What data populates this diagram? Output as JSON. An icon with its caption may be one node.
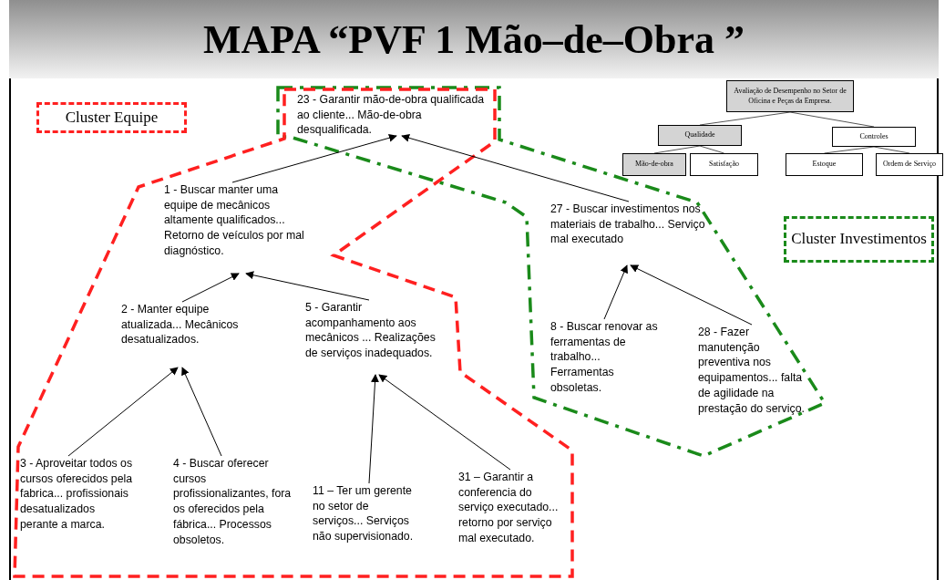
{
  "diagram": {
    "title": "MAPA “PVF 1 Mão–de–Obra ”",
    "nodes": [
      {
        "text": [
          "Cluster Equipe"
        ]
      },
      {
        "text": [
          "23 - Garantir mão-de-obra qualificada ao cliente... Mão-de-obra desqualificada."
        ]
      },
      {
        "text": [
          "1 - Buscar manter uma equipe de mecânicos altamente qualificados... Retorno de veículos por mal diagnóstico."
        ]
      },
      {
        "text": [
          "27 - Buscar investimentos nos materiais de trabalho... Serviço mal executado"
        ]
      },
      {
        "text": [
          "Cluster Investimentos"
        ]
      },
      {
        "text": [
          "2 - Manter equipe atualizada... Mecânicos desatualizados."
        ]
      },
      {
        "text": [
          "5 -  Garantir acompanhamento aos mecânicos ... Realizações de serviços inadequados."
        ]
      },
      {
        "text": [
          "8 - Buscar renovar as ferramentas de trabalho... Ferramentas obsoletas."
        ]
      },
      {
        "text": [
          "28 - Fazer manutenção preventiva nos equipamentos... falta de agilidade na prestação do serviço."
        ]
      },
      {
        "text": [
          "3 - Aproveitar todos os cursos oferecidos pela fabrica... profissionais desatualizados perante a marca."
        ]
      },
      {
        "text": [
          "4 - Buscar oferecer cursos profissionalizantes, fora os oferecidos pela fábrica... Processos obsoletos."
        ]
      },
      {
        "text": [
          "11 – Ter um gerente no setor de serviços... Serviços não supervisionado."
        ]
      },
      {
        "text": [
          "31 – Garantir  a conferencia do serviço executado... retorno por serviço mal executado."
        ]
      },
      {
        "text": [
          "Avaliação de Desempenho no Setor de Oficina e Peças da Empresa."
        ]
      },
      {
        "text": [
          "Qualidade"
        ]
      },
      {
        "text": [
          "Controles"
        ]
      },
      {
        "text": [
          "Mão-de-obra"
        ]
      },
      {
        "text": [
          "Satisfação"
        ]
      },
      {
        "text": [
          "Estoque"
        ]
      },
      {
        "text": [
          "Ordem de Serviço"
        ]
      }
    ],
    "edges": [
      {
        "from": 2,
        "to": 1,
        "arrow": "to"
      },
      {
        "from": 3,
        "to": 1,
        "arrow": "to"
      },
      {
        "from": 5,
        "to": 2,
        "arrow": "to"
      },
      {
        "from": 6,
        "to": 2,
        "arrow": "to"
      },
      {
        "from": 9,
        "to": 5,
        "arrow": "to"
      },
      {
        "from": 10,
        "to": 5,
        "arrow": "to"
      },
      {
        "from": 11,
        "to": 6,
        "arrow": "to"
      },
      {
        "from": 12,
        "to": 6,
        "arrow": "to"
      },
      {
        "from": 7,
        "to": 3,
        "arrow": "to"
      },
      {
        "from": 8,
        "to": 3,
        "arrow": "to"
      },
      {
        "from": 13,
        "to": 14,
        "arrow": "none"
      },
      {
        "from": 13,
        "to": 15,
        "arrow": "none"
      },
      {
        "from": 14,
        "to": 16,
        "arrow": "none"
      },
      {
        "from": 14,
        "to": 17,
        "arrow": "none"
      },
      {
        "from": 15,
        "to": 18,
        "arrow": "none"
      },
      {
        "from": 15,
        "to": 19,
        "arrow": "none"
      }
    ]
  }
}
